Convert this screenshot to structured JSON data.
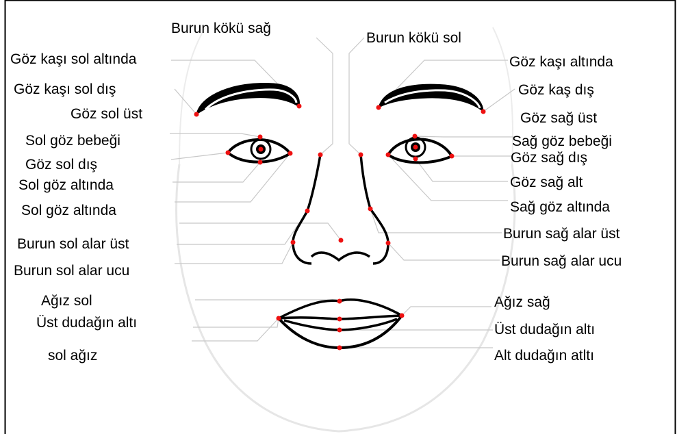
{
  "colors": {
    "landmark_dot": "#ee1111",
    "leader_line": "#c8c8c8",
    "feature_stroke": "#000000",
    "face_outline": "#e6e6e6",
    "border": "#000000"
  },
  "labels": {
    "burun_koku_sag": "Burun kökü sağ",
    "burun_koku_sol": "Burun kökü sol",
    "goz_kasi_sol_altinda": "Göz kaşı sol altında",
    "goz_kasi_sol_dis": "Göz kaşı sol dış",
    "goz_sol_ust": "Göz sol üst",
    "sol_goz_bebegi": "Sol göz bebeği",
    "goz_sol_dis": "Göz sol dış",
    "sol_goz_altinda_1": "Sol göz altında",
    "sol_goz_altinda_2": "Sol göz altında",
    "burun_sol_alar_ust": "Burun sol alar üst",
    "burun_sol_alar_ucu": "Burun sol alar ucu",
    "agiz_sol": "Ağız sol",
    "ust_dudagin_alti_sol": "Üst dudağın altı",
    "sol_agiz": "sol ağız",
    "goz_kasi_altinda": "Göz kaşı altında",
    "goz_kas_dis": "Göz kaş dış",
    "goz_sag_ust": "Göz sağ üst",
    "sag_goz_bebegi": "Sağ göz bebeği",
    "goz_sag_dis": "Göz sağ dış",
    "goz_sag_alt": "Göz sağ alt",
    "sag_goz_altinda": "Sağ göz altında",
    "burun_sag_alar_ust": "Burun sağ alar üst",
    "burun_sag_alar_ucu": "Burun sağ alar ucu",
    "agiz_sag": "Ağız sağ",
    "ust_dudagin_alti_sag": "Üst dudağın altı",
    "alt_dudagin_altti": "Alt dudağın atltı"
  }
}
